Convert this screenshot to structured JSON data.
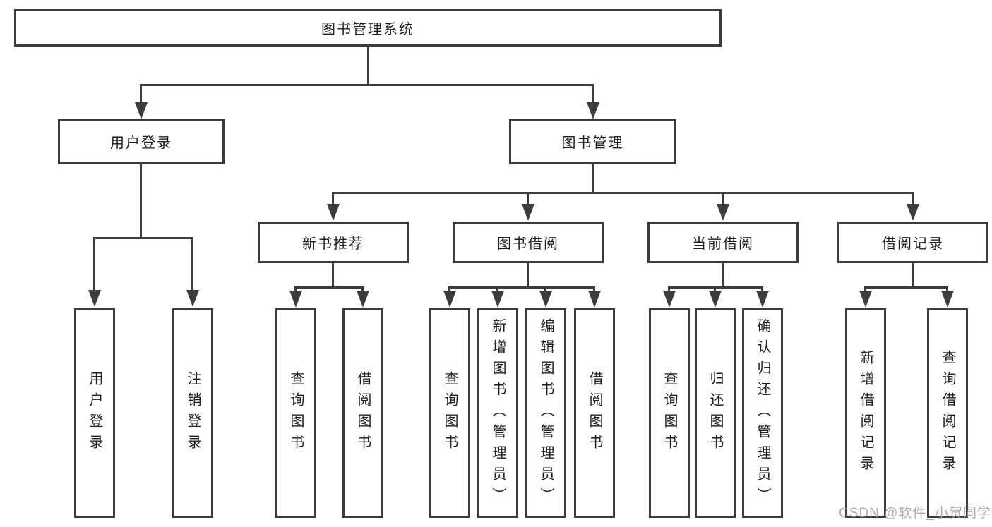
{
  "diagram_type": "hierarchy-tree",
  "colors": {
    "line": "#3c3c3c",
    "box_border": "#3c3c3c",
    "text": "#1f1f1f",
    "background": "#ffffff",
    "watermark": "#9e9e9e"
  },
  "tree": {
    "label": "图书管理系统",
    "children": [
      {
        "label": "用户登录",
        "children": [
          {
            "label": "用户登录"
          },
          {
            "label": "注销登录"
          }
        ]
      },
      {
        "label": "图书管理",
        "children": [
          {
            "label": "新书推荐",
            "children": [
              {
                "label": "查询图书"
              },
              {
                "label": "借阅图书"
              }
            ]
          },
          {
            "label": "图书借阅",
            "children": [
              {
                "label": "查询图书"
              },
              {
                "label": "新增图书（管理员）"
              },
              {
                "label": "编辑图书（管理员）"
              },
              {
                "label": "借阅图书"
              }
            ]
          },
          {
            "label": "当前借阅",
            "children": [
              {
                "label": "查询图书"
              },
              {
                "label": "归还图书"
              },
              {
                "label": "确认归还（管理员）"
              }
            ]
          },
          {
            "label": "借阅记录",
            "children": [
              {
                "label": "新增借阅记录"
              },
              {
                "label": "查询借阅记录"
              }
            ]
          }
        ]
      }
    ]
  },
  "watermark": "CSDN @软件_小贺同学"
}
